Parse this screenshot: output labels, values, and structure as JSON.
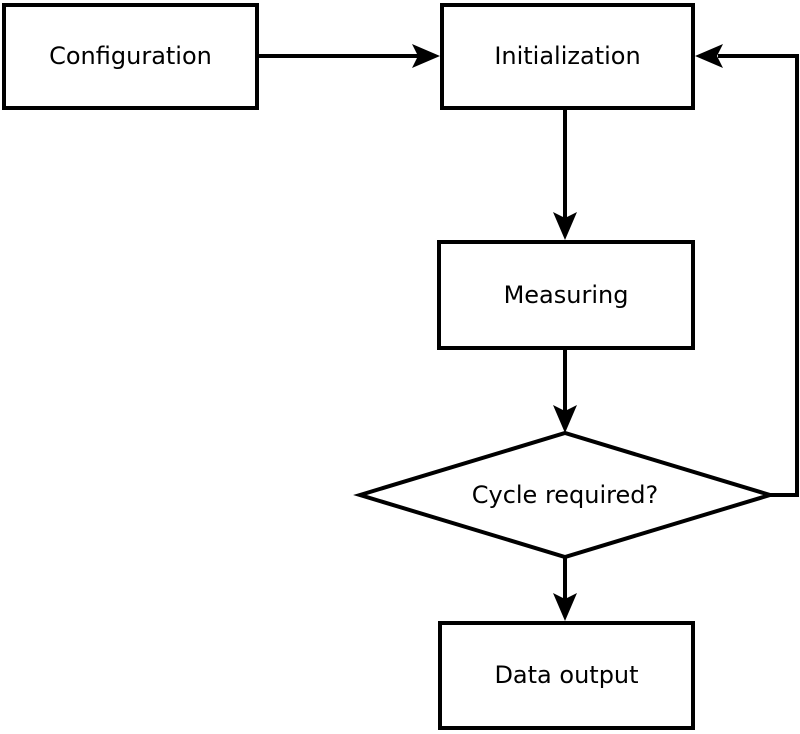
{
  "diagram": {
    "type": "flowchart",
    "nodes": [
      {
        "id": "configuration",
        "label": "Configuration",
        "shape": "rectangle"
      },
      {
        "id": "initialization",
        "label": "Initialization",
        "shape": "rectangle"
      },
      {
        "id": "measuring",
        "label": "Measuring",
        "shape": "rectangle"
      },
      {
        "id": "cycle-required",
        "label": "Cycle required?",
        "shape": "diamond"
      },
      {
        "id": "data-output",
        "label": "Data output",
        "shape": "rectangle"
      }
    ],
    "edges": [
      {
        "from": "configuration",
        "to": "initialization",
        "style": "arrow"
      },
      {
        "from": "initialization",
        "to": "measuring",
        "style": "arrow"
      },
      {
        "from": "measuring",
        "to": "cycle-required",
        "style": "arrow"
      },
      {
        "from": "cycle-required",
        "to": "data-output",
        "style": "arrow"
      },
      {
        "from": "cycle-required",
        "to": "initialization",
        "style": "arrow",
        "note": "feedback loop along right side"
      }
    ],
    "colors": {
      "stroke": "#000000",
      "node_fill": "#ffffff",
      "background": "#ffffff",
      "text": "#000000"
    }
  }
}
